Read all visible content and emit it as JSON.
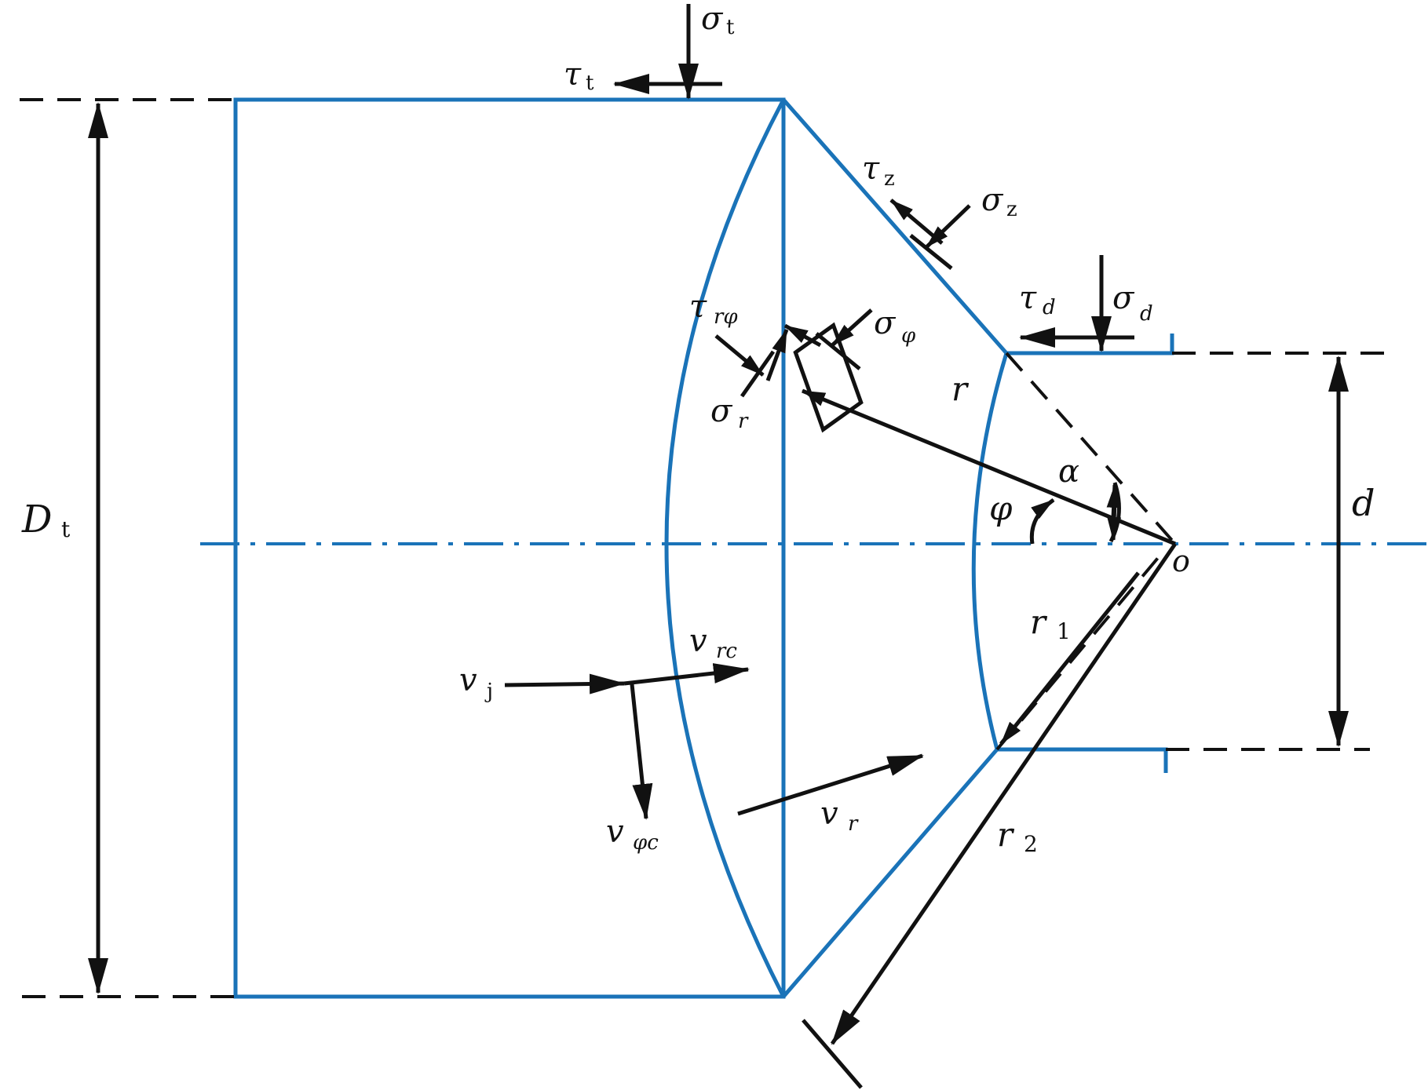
{
  "colors": {
    "outline": "#1a73b8",
    "ink": "#111111",
    "background": "#ffffff"
  },
  "labels": {
    "diameter_D": "D",
    "diameter_D_sub": "t",
    "die_d": "d",
    "origin": "o",
    "radius_r": "r",
    "radius_r1": "r",
    "radius_r1_sub": "1",
    "radius_r2": "r",
    "radius_r2_sub": "2",
    "angle_alpha": "α",
    "angle_phi": "φ",
    "sigma_t": "σ",
    "sigma_t_sub": "t",
    "tau_t": "τ",
    "tau_t_sub": "t",
    "tau_z": "τ",
    "tau_z_sub": "z",
    "sigma_z": "σ",
    "sigma_z_sub": "z",
    "tau_d": "τ",
    "tau_d_sub": "d",
    "sigma_d": "σ",
    "sigma_d_sub": "d",
    "tau_rphi": "τ",
    "tau_rphi_sub": "rφ",
    "sigma_phi": "σ",
    "sigma_phi_sub": "φ",
    "sigma_r": "σ",
    "sigma_r_sub": "r",
    "v_j": "v",
    "v_j_sub": "j",
    "v_rc": "v",
    "v_rc_sub": "rc",
    "v_phic": "v",
    "v_phic_sub": "φc",
    "v_r": "v",
    "v_r_sub": "r"
  }
}
